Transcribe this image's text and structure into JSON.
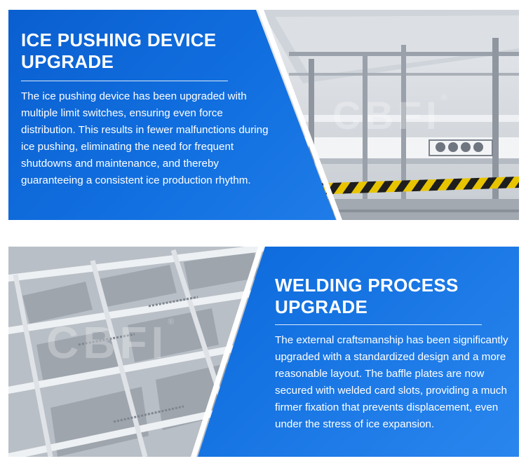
{
  "sections": [
    {
      "title_line1": "ICE PUSHING DEVICE",
      "title_line2": "UPGRADE",
      "body": "The ice pushing device has been upgraded with multiple limit switches, ensuring even force distribution. This results in fewer malfunctions during ice pushing, eliminating the need for frequent shutdowns and maintenance, and thereby guaranteeing a consistent ice production rhythm.",
      "watermark": "CBFI",
      "watermark_mark": "®"
    },
    {
      "title_line1": "WELDING PROCESS",
      "title_line2": "UPGRADE",
      "body": "The external craftsmanship has been significantly upgraded with a standardized design and a more reasonable layout. The baffle plates are now secured with welded card slots, providing a much firmer fixation that prevents displacement, even under the stress of ice expansion.",
      "watermark": "CBFI",
      "watermark_mark": "®"
    }
  ],
  "colors": {
    "panel_blue": "#1270e0",
    "divider": "#ffffff",
    "hazard_yellow": "#e8c400",
    "steel": "#b8bec6"
  }
}
